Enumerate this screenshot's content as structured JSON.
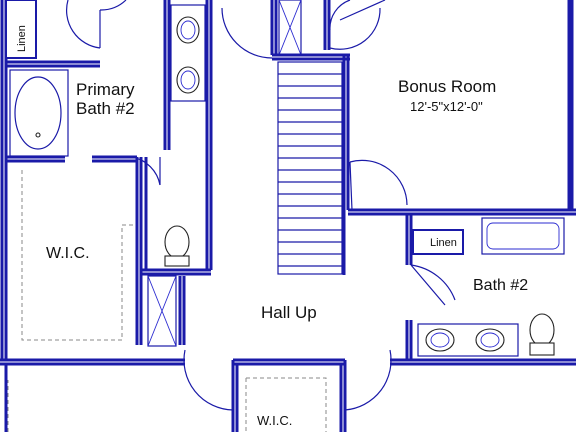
{
  "rooms": {
    "primary_bath_line1": "Primary",
    "primary_bath_line2": "Bath #2",
    "wic_left": "W.I.C.",
    "linen_top": "Linen",
    "bonus_room": "Bonus Room",
    "bonus_room_size": "12'-5\"x12'-0\"",
    "linen_right": "Linen",
    "bath_2": "Bath #2",
    "hall_up": "Hall Up",
    "wic_bottom": "W.I.C."
  },
  "colors": {
    "wall": "#1a1aa8",
    "fixture": "#222222",
    "background": "#ffffff"
  }
}
